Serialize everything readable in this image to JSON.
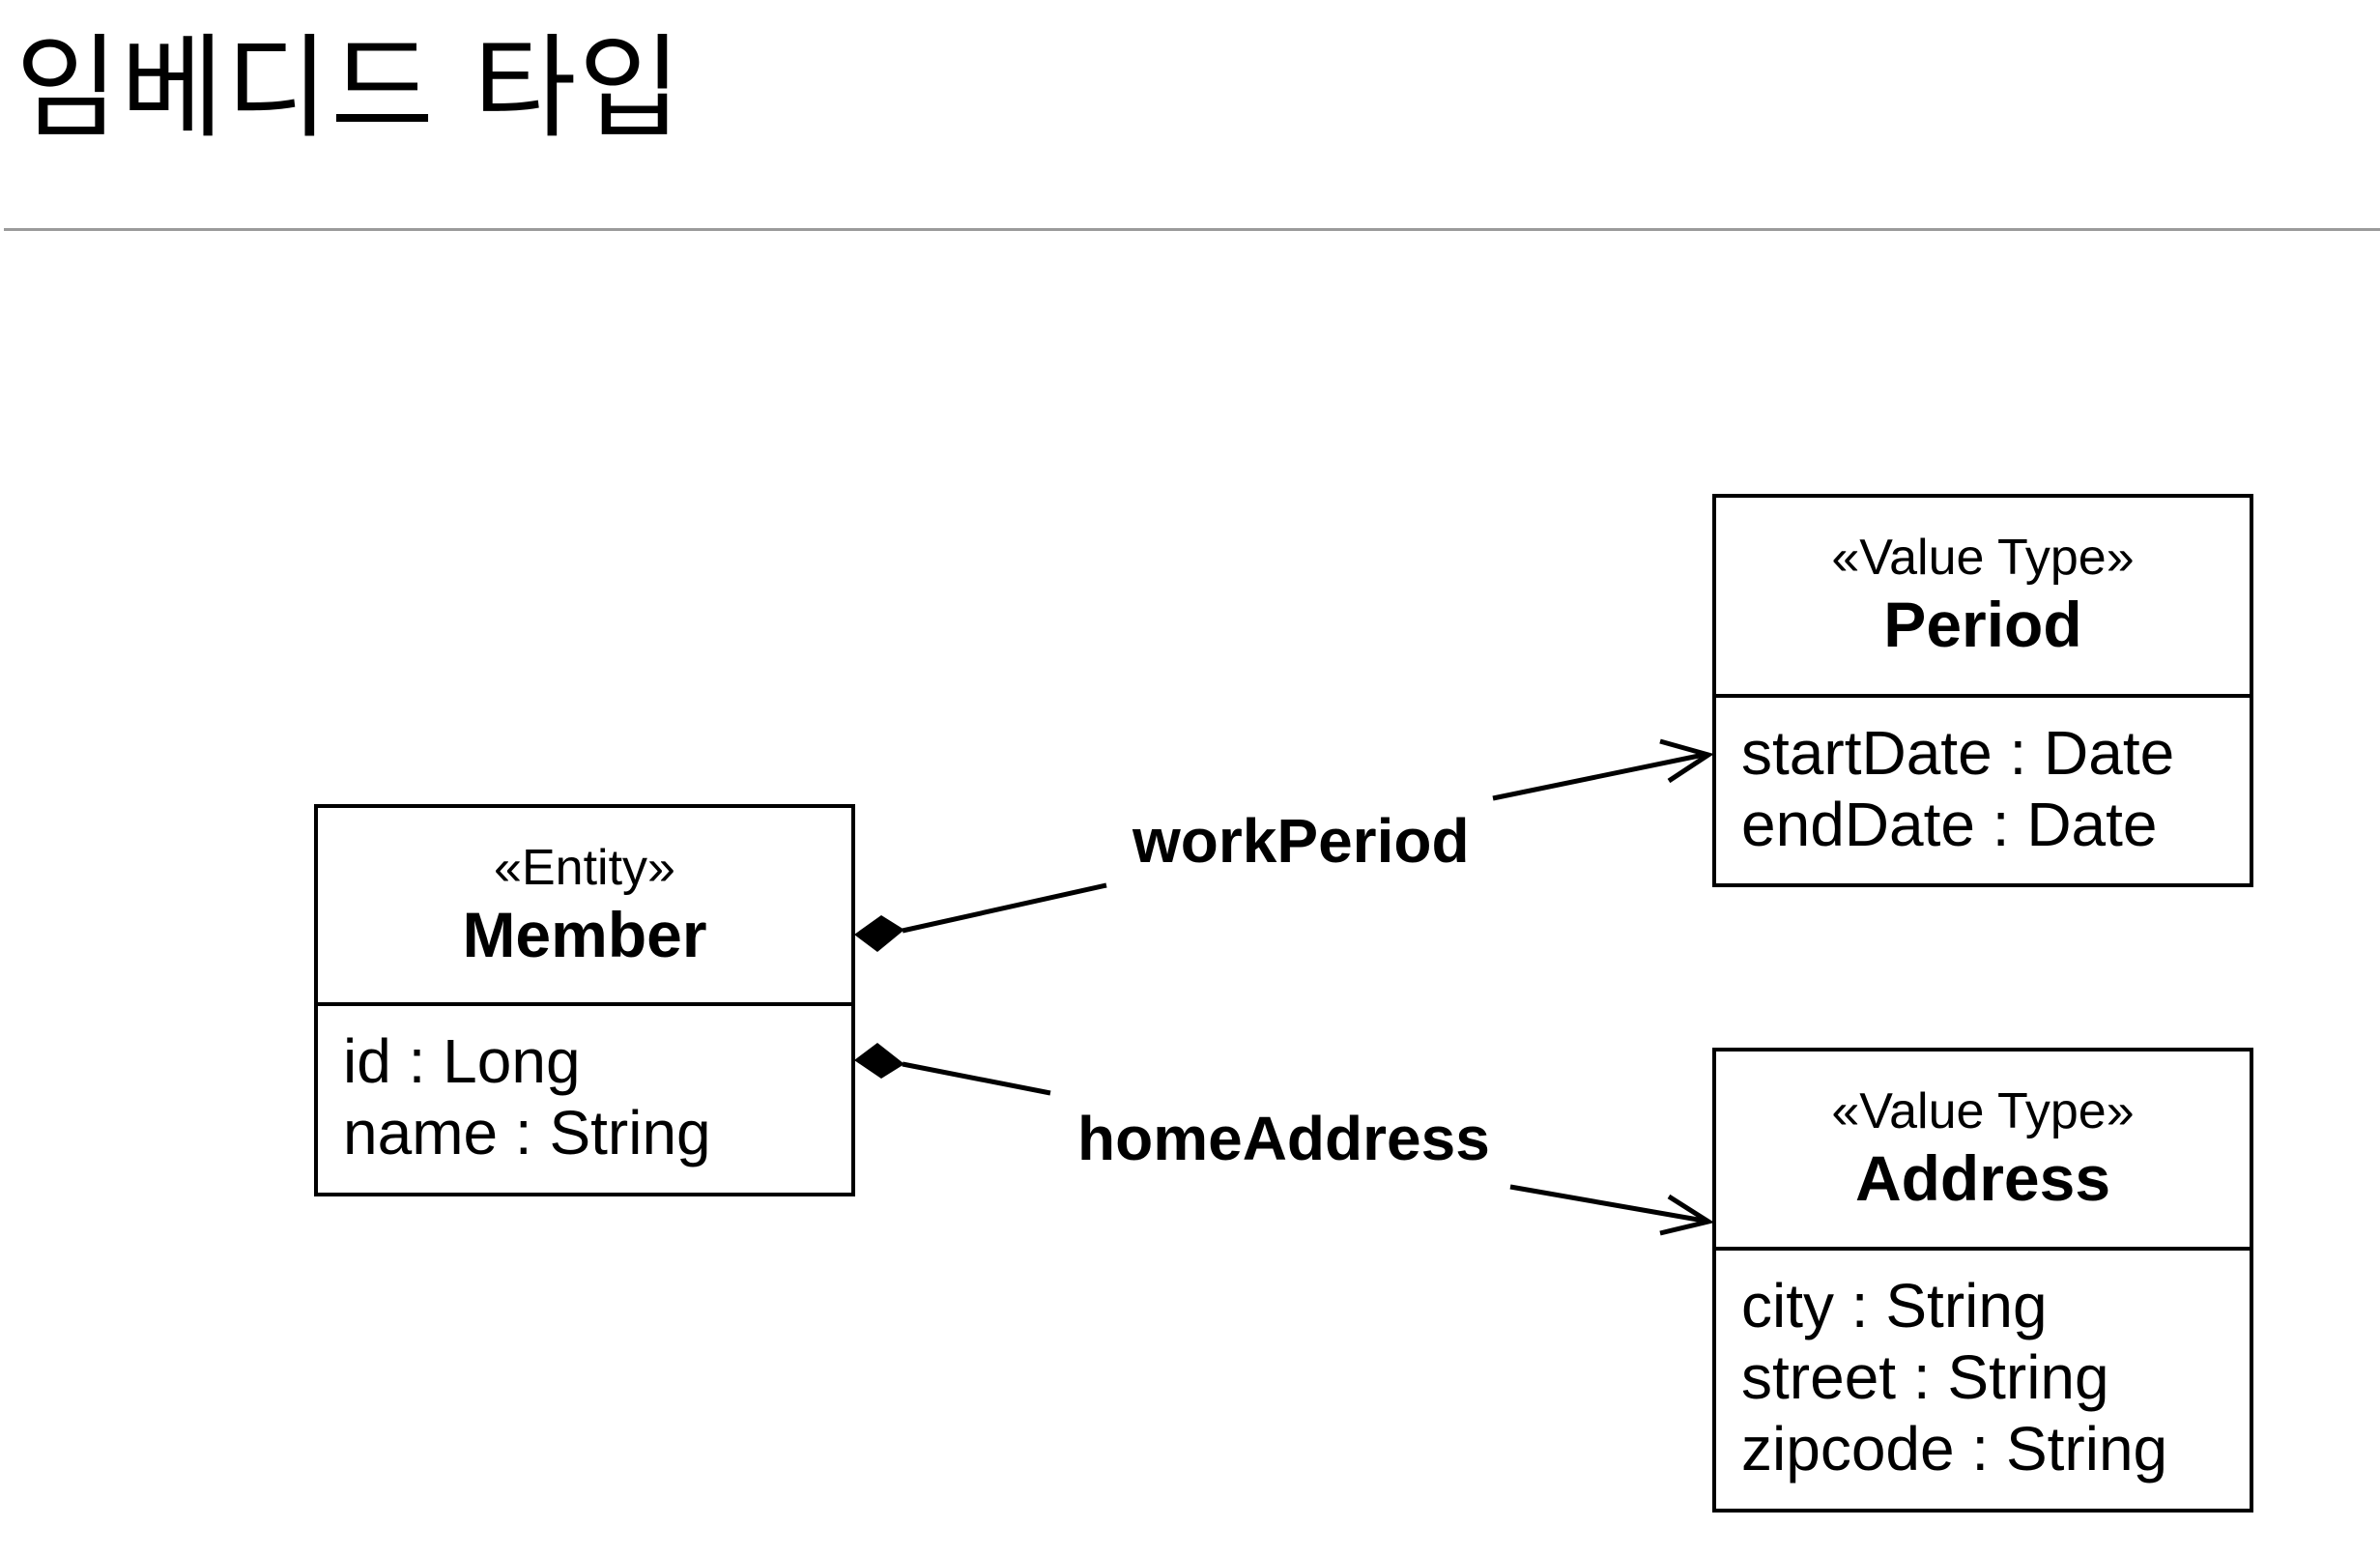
{
  "page": {
    "title": "임베디드 타입"
  },
  "diagram": {
    "classes": {
      "member": {
        "stereotype": "«Entity»",
        "name": "Member",
        "attributes": [
          "id : Long",
          "name : String"
        ]
      },
      "period": {
        "stereotype": "«Value Type»",
        "name": "Period",
        "attributes": [
          "startDate : Date",
          "endDate : Date"
        ]
      },
      "address": {
        "stereotype": "«Value Type»",
        "name": "Address",
        "attributes": [
          "city : String",
          "street : String",
          "zipcode : String"
        ]
      }
    },
    "associations": [
      {
        "label": "workPeriod",
        "from": "Member",
        "to": "Period",
        "source_end": "composition-diamond",
        "target_end": "open-arrow"
      },
      {
        "label": "homeAddress",
        "from": "Member",
        "to": "Address",
        "source_end": "composition-diamond",
        "target_end": "open-arrow"
      }
    ]
  }
}
